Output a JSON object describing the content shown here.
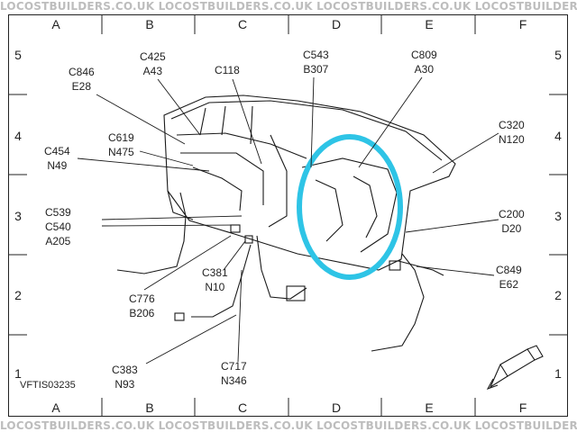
{
  "watermark": "LOCOSTBUILDERS.CO.UK  LOCOSTBUILDERS.CO.UK  LOCOSTBUILDERS.CO.UK  LOCOSTBUILDERS.CO.UK  LOCOSTBUILDERS.CO.UK",
  "grid": {
    "columns": [
      "A",
      "B",
      "C",
      "D",
      "E",
      "F"
    ],
    "rows": [
      "5",
      "4",
      "3",
      "2",
      "1"
    ]
  },
  "connectors": {
    "c846": {
      "line1": "C846",
      "line2": "E28"
    },
    "c425": {
      "line1": "C425",
      "line2": "A43"
    },
    "c118": {
      "line1": "C118"
    },
    "c543": {
      "line1": "C543",
      "line2": "B307"
    },
    "c809": {
      "line1": "C809",
      "line2": "A30"
    },
    "c320": {
      "line1": "C320",
      "line2": "N120"
    },
    "c619": {
      "line1": "C619",
      "line2": "N475"
    },
    "c454": {
      "line1": "C454",
      "line2": "N49"
    },
    "c539": {
      "line1": "C539",
      "line2": "C540",
      "line3": "A205"
    },
    "c200": {
      "line1": "C200",
      "line2": "D20"
    },
    "c849": {
      "line1": "C849",
      "line2": "E62"
    },
    "c381": {
      "line1": "C381",
      "line2": "N10"
    },
    "c776": {
      "line1": "C776",
      "line2": "B206"
    },
    "c383": {
      "line1": "C383",
      "line2": "N93"
    },
    "c717": {
      "line1": "C717",
      "line2": "N346"
    }
  },
  "figure_code": "VFTIS03235",
  "colors": {
    "highlight": "#2ec4e6",
    "line": "#1a1a1a",
    "watermark": "#bdbdbd"
  }
}
